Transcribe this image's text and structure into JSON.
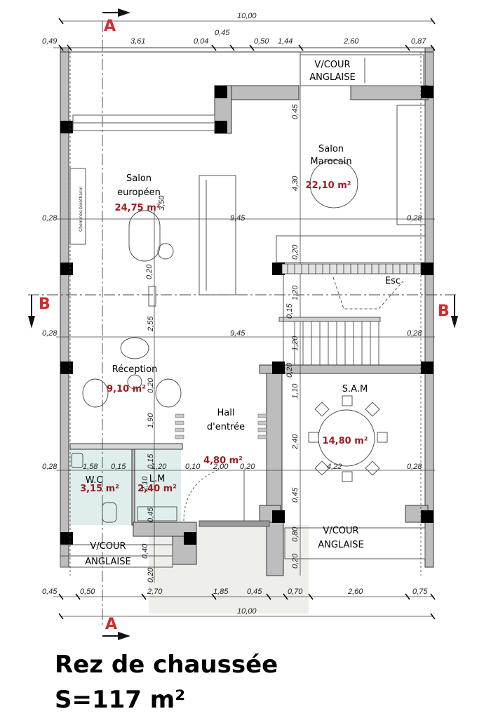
{
  "colors": {
    "section_marker": "#d52b2b",
    "area_text": "#9b1c1c",
    "wet_zone": "#dfeeed",
    "terrace": "#eeeeea",
    "wall_fill": "#bdbdbd"
  },
  "section_markers": {
    "a": "A",
    "b": "B"
  },
  "dimensions": {
    "top_total": "10,00",
    "top_row": [
      "0,49",
      "3,61",
      "0,04",
      "0,45",
      "0,50",
      "1,44",
      "2,60",
      "0,87"
    ],
    "bottom_row": [
      "0,45",
      "0,50",
      "2,70",
      "1,85",
      "0,45",
      "0,70",
      "2,60",
      "0,75"
    ],
    "bottom_total": "10,00",
    "left_side": [
      "0,28",
      "0,28",
      "0,28"
    ],
    "right_side": [
      "0,28",
      "0,28",
      "0,28"
    ],
    "inner_span_1": "9,45",
    "inner_span_2": "9,45",
    "mid_vertical": [
      "3,50",
      "0,20",
      "2,55",
      "0,20",
      "1,90",
      "0,15",
      "2,10",
      "0,45",
      "0,40",
      "0,20"
    ],
    "right_vertical": [
      "0,45",
      "4,30",
      "0,20",
      "1,20",
      "0,15",
      "1,20",
      "0,20",
      "1,10",
      "2,40",
      "0,45",
      "0,80",
      "0,20"
    ],
    "bottom_band": [
      "1,58",
      "0,15",
      "1,20",
      "0,10",
      "2,00",
      "0,20",
      "4,22"
    ]
  },
  "rooms": {
    "vcour_top": {
      "line1": "V/COUR",
      "line2": "ANGLAISE"
    },
    "salon_marocain": {
      "line1": "Salon",
      "line2": "Marocain",
      "area": "22,10 m²"
    },
    "salon_europeen": {
      "line1": "Salon",
      "line2": "européen",
      "area": "24,75 m²"
    },
    "chimney_label": "Cheminée bioéthanol",
    "escalier": "Esc",
    "reception": {
      "name": "Réception",
      "area": "9,10 m²"
    },
    "sam": {
      "name": "S.A.M",
      "area": "14,80 m²"
    },
    "hall": {
      "line1": "Hall",
      "line2": "d'entrée",
      "area": "4,80 m²"
    },
    "wc": {
      "name": "W.C",
      "area": "3,15 m²"
    },
    "lm": {
      "name": "L.M",
      "area": "2,40 m²"
    },
    "vcour_bottom_left": {
      "line1": "V/COUR",
      "line2": "ANGLAISE"
    },
    "vcour_bottom_right": {
      "line1": "V/COUR",
      "line2": "ANGLAISE"
    }
  },
  "caption": {
    "level": "Rez de chaussée",
    "surface": "S=117 m²"
  }
}
